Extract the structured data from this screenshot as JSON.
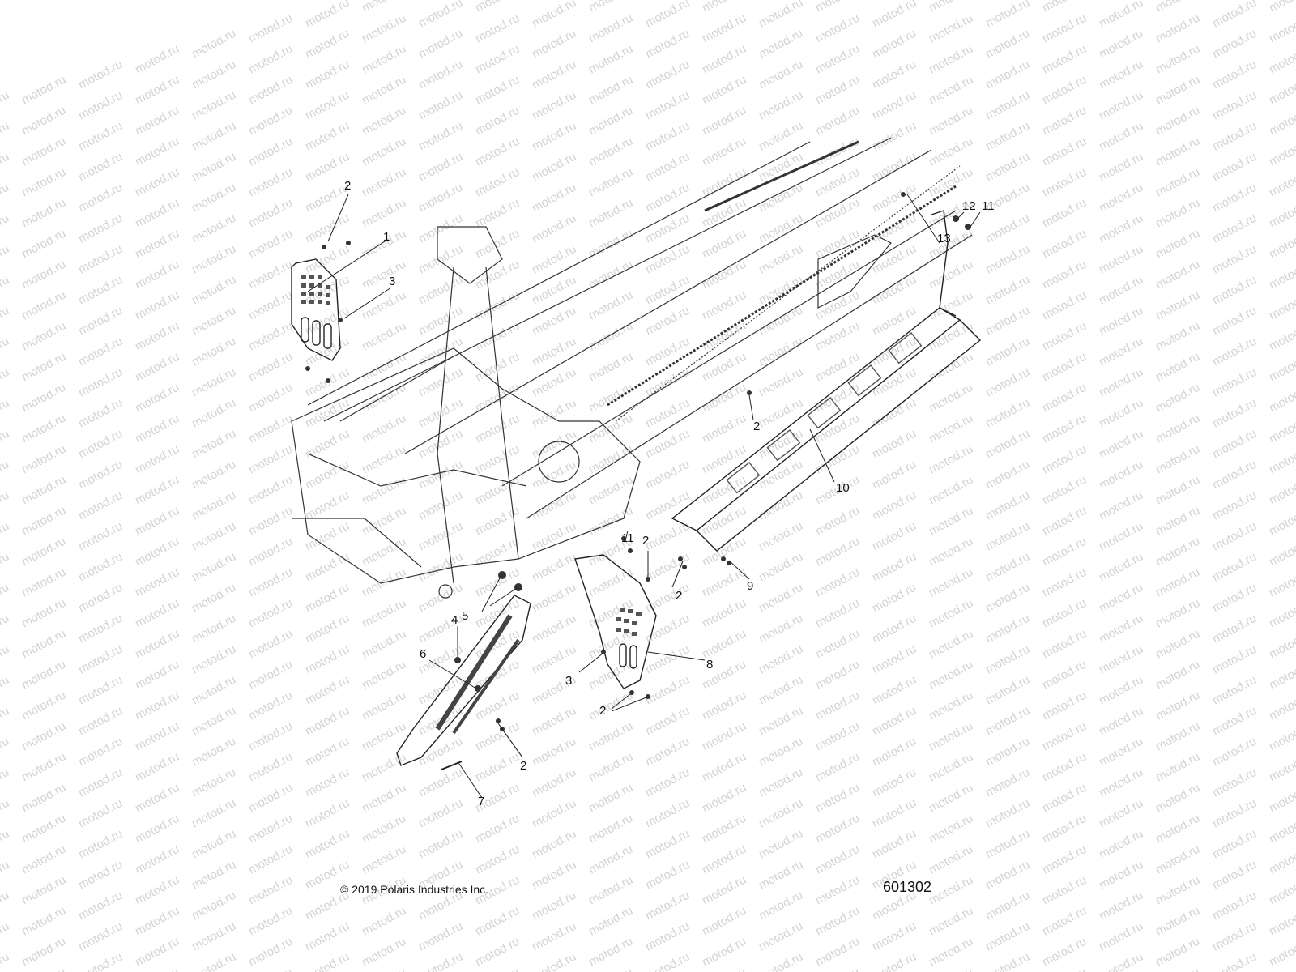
{
  "watermark": {
    "text": "motod.ru",
    "color": "#d3d3d3"
  },
  "footer": {
    "copyright": "© 2019 Polaris Industries Inc.",
    "document_number": "601302"
  },
  "callouts": {
    "c1": "1",
    "c2_top": "2",
    "c3_top": "3",
    "c13": "13",
    "c12": "12",
    "c11_right": "11",
    "c2_mid": "2",
    "c10": "10",
    "c11_left": "11",
    "c2_a": "2",
    "c2_b": "2",
    "c9": "9",
    "c5": "5",
    "c4": "4",
    "c6": "6",
    "c3_bottom": "3",
    "c8": "8",
    "c2_c": "2",
    "c2_d": "2",
    "c7": "7"
  }
}
